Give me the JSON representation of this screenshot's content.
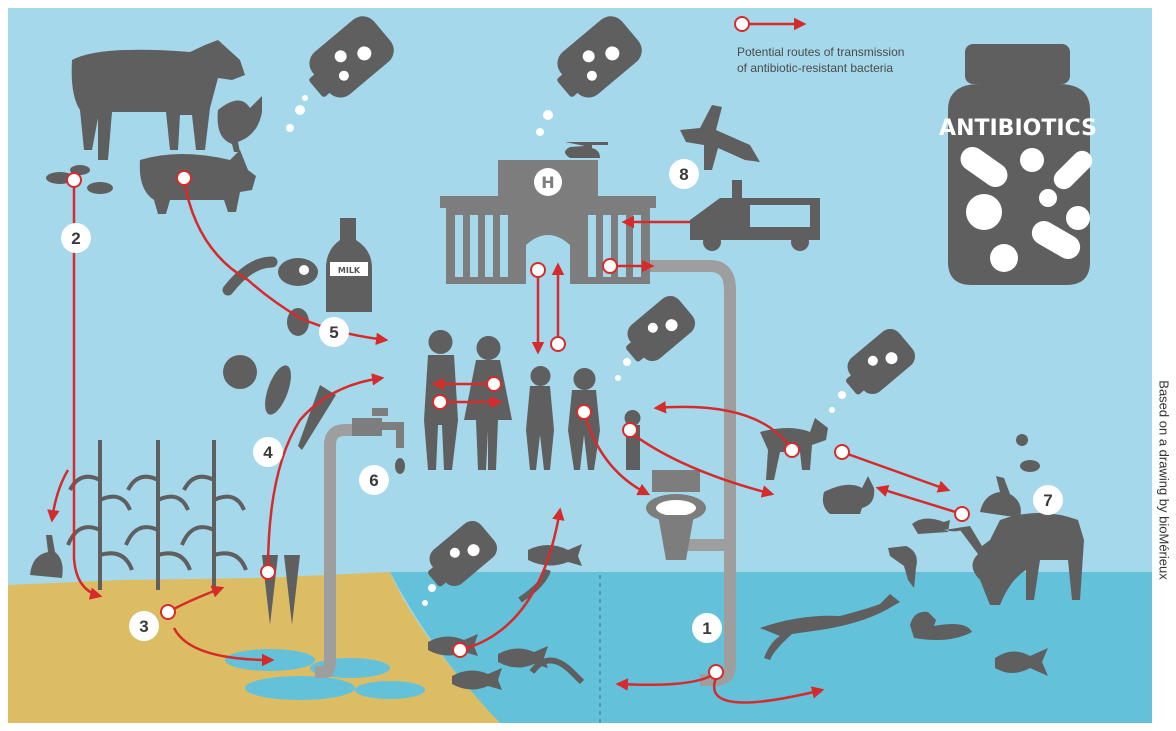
{
  "legend": {
    "line1": "Potential routes of transmission",
    "line2": "of antibiotic-resistant bacteria"
  },
  "jar_label": "ANTIBIOTICS",
  "hospital_label": "H",
  "milk_label": "MILK",
  "credit": "Based on a drawing by bioMérieux",
  "route_numbers": [
    "1",
    "2",
    "3",
    "4",
    "5",
    "6",
    "7",
    "8"
  ],
  "colors": {
    "sky": "#a6d8ec",
    "soil": "#dcbd63",
    "water": "#64c1da",
    "silhouette": "#6b6b6b",
    "pipe": "#9e9e9e",
    "arrow": "#d52b2b"
  },
  "icons": [
    "cow-icon",
    "pig-icon",
    "chicken-icon",
    "antibiotic-jar-icon",
    "hospital-icon",
    "helicopter-icon",
    "airplane-icon",
    "ambulance-icon",
    "family-icon",
    "dog-icon",
    "cat-icon",
    "rabbit-icon",
    "deer-icon",
    "bird-icon",
    "mouse-icon",
    "duck-icon",
    "fish-icon",
    "swimmer-icon",
    "toilet-icon",
    "tap-icon",
    "corn-icon",
    "carrot-icon",
    "milk-bottle-icon",
    "meat-icon",
    "sausage-icon",
    "egg-icon",
    "apple-icon",
    "insect-icon",
    "shrimp-icon"
  ]
}
